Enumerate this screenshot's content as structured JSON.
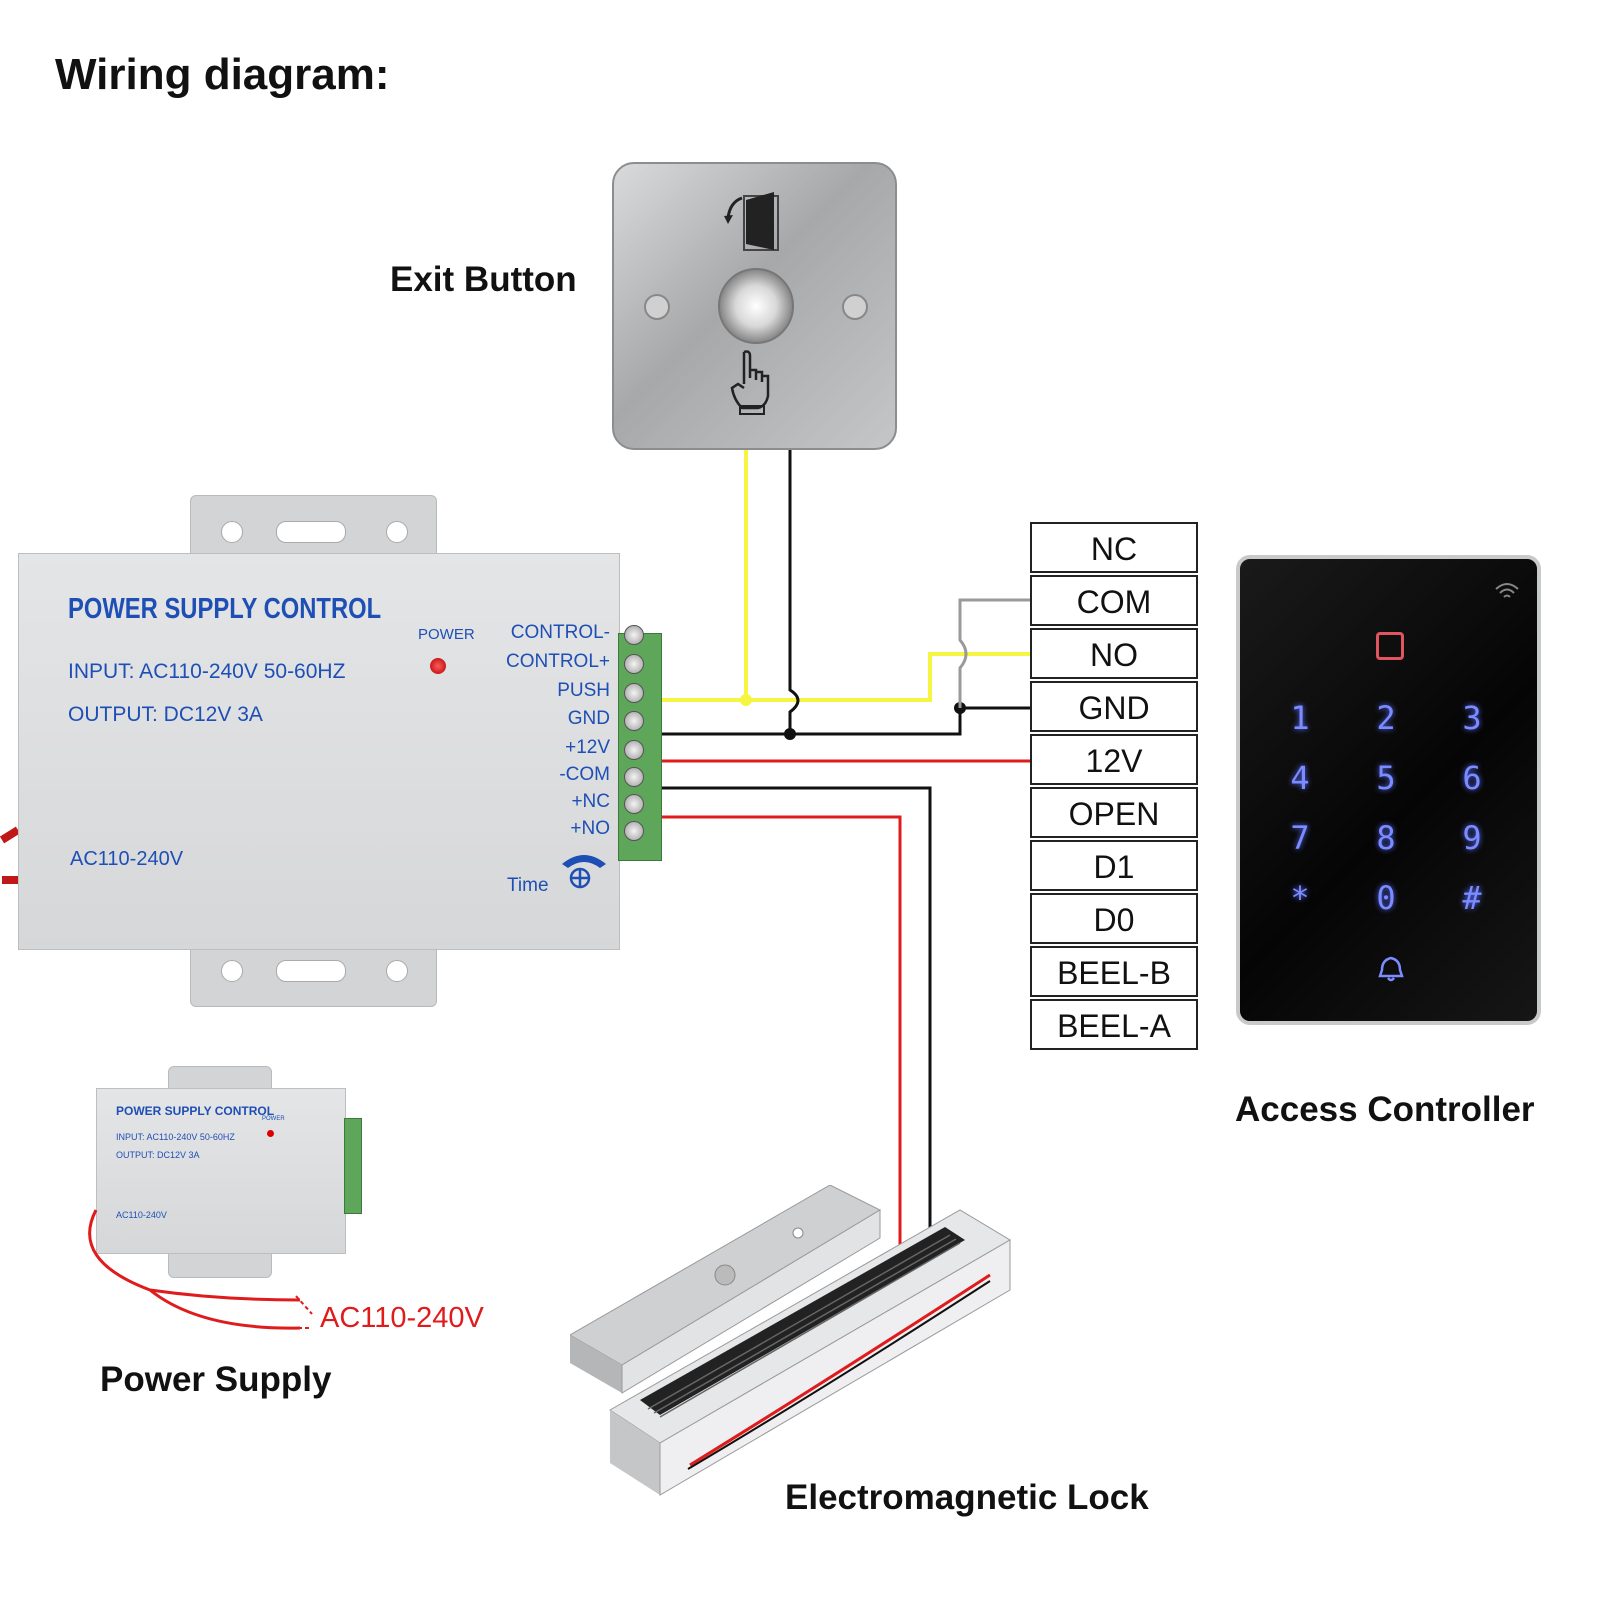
{
  "title": "Wiring diagram:",
  "exit_button": {
    "label": "Exit Button"
  },
  "power_supply_control": {
    "brand": "POWER SUPPLY CONTROL",
    "input": "INPUT: AC110-240V 50-60HZ",
    "output": "OUTPUT: DC12V  3A",
    "power_led": "POWER",
    "ac_label": "AC110-240V",
    "time_label": "Time",
    "terminals": [
      "CONTROL-",
      "CONTROL+",
      "PUSH",
      "GND",
      "+12V",
      "-COM",
      "+NC",
      "+NO"
    ]
  },
  "controller_terminals": [
    "NC",
    "COM",
    "NO",
    "GND",
    "12V",
    "OPEN",
    "D1",
    "D0",
    "BEEL-B",
    "BEEL-A"
  ],
  "access_controller": {
    "label": "Access Controller",
    "keys": [
      "1",
      "2",
      "3",
      "4",
      "5",
      "6",
      "7",
      "8",
      "9",
      "*",
      "0",
      "#"
    ]
  },
  "power_supply": {
    "label": "Power Supply",
    "ac_callout": "AC110-240V"
  },
  "lock": {
    "label": "Electromagnetic Lock"
  },
  "colors": {
    "yellow_wire": "#f5f542",
    "red_wire": "#e01b1b",
    "black_wire": "#111111",
    "gray_wire": "#9a9a9a",
    "psu_text": "#1e4fb5",
    "keypad_glow": "#7a8cff"
  }
}
